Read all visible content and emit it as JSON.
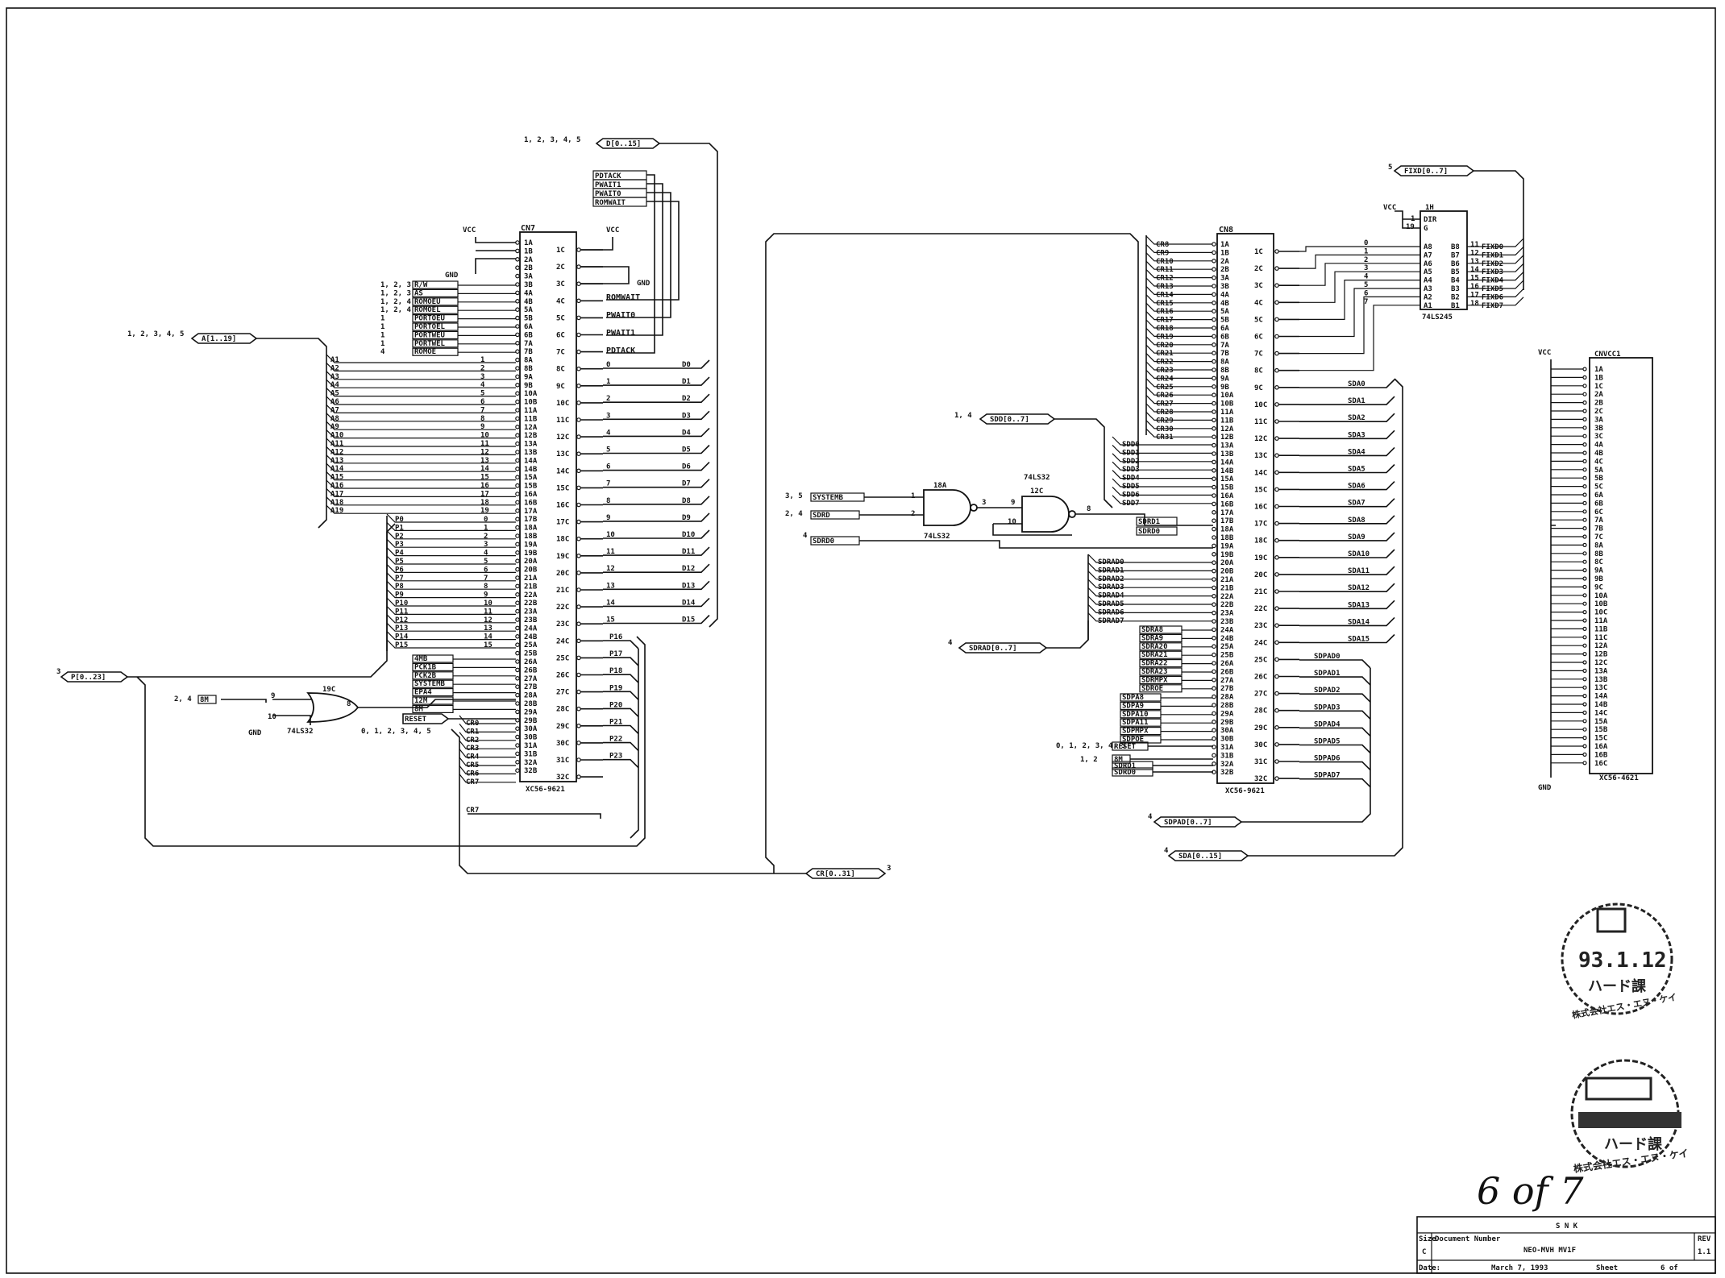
{
  "connectors": {
    "cn7": {
      "ref": "CN7",
      "part": "XC56-9621",
      "vcc": "VCC",
      "gnd": "GND",
      "right_pins": [
        "1C",
        "2C",
        "3C",
        "4C",
        "5C",
        "6C",
        "7C",
        "8C",
        "9C",
        "10C",
        "11C",
        "12C",
        "13C",
        "14C",
        "15C",
        "16C",
        "17C",
        "18C",
        "19C",
        "20C",
        "21C",
        "22C",
        "23C",
        "24C",
        "25C",
        "26C",
        "27C",
        "28C",
        "29C",
        "30C",
        "31C",
        "32C"
      ],
      "left_pins": [
        "1A",
        "1B",
        "2A",
        "2B",
        "3A",
        "3B",
        "4A",
        "4B",
        "5A",
        "5B",
        "6A",
        "6B",
        "7A",
        "7B",
        "8A",
        "8B",
        "9A",
        "9B",
        "10A",
        "10B",
        "11A",
        "11B",
        "12A",
        "12B",
        "13A",
        "13B",
        "14A",
        "14B",
        "15A",
        "15B",
        "16A",
        "16B",
        "17A",
        "17B",
        "18A",
        "18B",
        "19A",
        "19B",
        "20A",
        "20B",
        "21A",
        "21B",
        "22A",
        "22B",
        "23A",
        "23B",
        "24A",
        "24B",
        "25A",
        "25B",
        "26A",
        "26B",
        "27A",
        "27B",
        "28A",
        "28B",
        "29A",
        "29B",
        "30A",
        "30B",
        "31A",
        "31B",
        "32A",
        "32B"
      ],
      "right_net_labels": [
        "ROMWAIT",
        "PWAIT0",
        "PWAIT1",
        "PDTACK"
      ],
      "data_index": [
        "0",
        "1",
        "2",
        "3",
        "4",
        "5",
        "6",
        "7",
        "8",
        "9",
        "10",
        "11",
        "12",
        "13",
        "14",
        "15"
      ],
      "data_nets": [
        "D0",
        "D1",
        "D2",
        "D3",
        "D4",
        "D5",
        "D6",
        "D7",
        "D8",
        "D9",
        "D10",
        "D11",
        "D12",
        "D13",
        "D14",
        "D15"
      ],
      "p_nets": [
        "P16",
        "P17",
        "P18",
        "P19",
        "P20",
        "P21",
        "P22",
        "P23"
      ],
      "ctrl_nets": [
        "R/W",
        "AS",
        "ROMOEU",
        "ROMOEL",
        "PORTOEU",
        "PORTOEL",
        "PORTWEU",
        "PORTWEL",
        "ROMOE"
      ],
      "ctrl_refs": [
        "1, 2, 3",
        "1, 2, 3",
        "1, 2, 4",
        "1, 2, 4",
        "1",
        "1",
        "1",
        "1",
        "4"
      ],
      "low_nets": [
        "4MB",
        "PCK1B",
        "PCK2B",
        "SYSTEMB",
        "EPA4",
        "12M",
        "8M"
      ],
      "cr_nets": [
        "CR0",
        "CR1",
        "CR2",
        "CR3",
        "CR4",
        "CR5",
        "CR6",
        "CR7"
      ]
    },
    "cn8": {
      "ref": "CN8",
      "part": "XC56-9621",
      "left_nets": [
        "CR8",
        "CR9",
        "CR10",
        "CR11",
        "CR12",
        "CR13",
        "CR14",
        "CR15",
        "CR16",
        "CR17",
        "CR18",
        "CR19",
        "CR20",
        "CR21",
        "CR22",
        "CR23",
        "CR24",
        "CR25",
        "CR26",
        "CR27",
        "CR28",
        "CR29",
        "CR30",
        "CR31"
      ],
      "sdd_nets": [
        "SDD0",
        "SDD1",
        "SDD2",
        "SDD3",
        "SDD4",
        "SDD5",
        "SDD6",
        "SDD7"
      ],
      "sdrad_nets": [
        "SDRAD0",
        "SDRAD1",
        "SDRAD2",
        "SDRAD3",
        "SDRAD4",
        "SDRAD5",
        "SDRAD6",
        "SDRAD7"
      ],
      "sdra_nets": [
        "SDRA8",
        "SDRA9",
        "SDRA20",
        "SDRA21",
        "SDRA22",
        "SDRA23",
        "SDRMPX",
        "SDROE"
      ],
      "sdpa_nets": [
        "SDPA8",
        "SDPA9",
        "SDPA10",
        "SDPA11",
        "SDPMPX",
        "SDPOE"
      ],
      "misc_nets": [
        "RESET",
        "8M",
        "SDRD1",
        "SDRD0"
      ],
      "sda_nets": [
        "SDA0",
        "SDA1",
        "SDA2",
        "SDA3",
        "SDA4",
        "SDA5",
        "SDA6",
        "SDA7",
        "SDA8",
        "SDA9",
        "SDA10",
        "SDA11",
        "SDA12",
        "SDA13",
        "SDA14",
        "SDA15"
      ],
      "sdpad_nets": [
        "SDPAD0",
        "SDPAD1",
        "SDPAD2",
        "SDPAD3",
        "SDPAD4",
        "SDPAD5",
        "SDPAD6",
        "SDPAD7"
      ],
      "fix_index": [
        "0",
        "1",
        "2",
        "3",
        "4",
        "5",
        "6",
        "7"
      ]
    },
    "cnvcc1": {
      "ref": "CNVCC1",
      "part": "XC56-4621",
      "vcc": "VCC",
      "gnd": "GND",
      "pins": [
        "1A",
        "1B",
        "1C",
        "2A",
        "2B",
        "2C",
        "3A",
        "3B",
        "3C",
        "4A",
        "4B",
        "4C",
        "5A",
        "5B",
        "5C",
        "6A",
        "6B",
        "6C",
        "7A",
        "7B",
        "7C",
        "8A",
        "8B",
        "8C",
        "9A",
        "9B",
        "9C",
        "10A",
        "10B",
        "10C",
        "11A",
        "11B",
        "11C",
        "12A",
        "12B",
        "12C",
        "13A",
        "13B",
        "13C",
        "14A",
        "14B",
        "14C",
        "15A",
        "15B",
        "15C",
        "16A",
        "16B",
        "16C"
      ]
    }
  },
  "chips": {
    "ic1h": {
      "ref": "1H",
      "part": "74LS245",
      "dir_label": "DIR",
      "g_label": "G",
      "a_pins": [
        "A8",
        "A7",
        "A6",
        "A5",
        "A4",
        "A3",
        "A2",
        "A1"
      ],
      "b_pins": [
        "B8",
        "B7",
        "B6",
        "B5",
        "B4",
        "B3",
        "B2",
        "B1"
      ],
      "b_nums": [
        "11",
        "12",
        "13",
        "14",
        "15",
        "16",
        "17",
        "18"
      ],
      "out_nets": [
        "FIXD0",
        "FIXD1",
        "FIXD2",
        "FIXD3",
        "FIXD4",
        "FIXD5",
        "FIXD6",
        "FIXD7"
      ],
      "vcc": "VCC",
      "pin1": "1",
      "pin19": "19"
    },
    "g19c": {
      "ref": "19C",
      "part": "74LS32",
      "in_a": "9",
      "in_b": "10",
      "out": "8",
      "gnd": "GND"
    },
    "g18a": {
      "ref": "18A",
      "part": "74LS32",
      "in_a": "1",
      "in_b": "2",
      "out": "3"
    },
    "g12c": {
      "ref": "12C",
      "part": "74LS32",
      "in_a": "9",
      "in_b": "10",
      "out": "8"
    }
  },
  "buses": {
    "d_bus": {
      "name": "D[0..15]",
      "ref": "1, 2, 3, 4, 5"
    },
    "a_bus": {
      "name": "A[1..19]",
      "ref": "1, 2, 3, 4, 5"
    },
    "p_bus": {
      "name": "P[0..23]",
      "ref": "3"
    },
    "cr_bus": {
      "name": "CR[0..31]",
      "ref": "3"
    },
    "fixd_bus": {
      "name": "FIXD[0..7]",
      "ref": "5"
    },
    "sdd_bus": {
      "name": "SDD[0..7]",
      "ref": "1, 4"
    },
    "sdrad_bus": {
      "name": "SDRAD[0..7]",
      "ref": "4"
    },
    "sdpad_bus": {
      "name": "SDPAD[0..7]",
      "ref": "4"
    },
    "sda_bus": {
      "name": "SDA[0..15]",
      "ref": "4"
    }
  },
  "ports": {
    "pdtack": "PDTACK",
    "pwait1": "PWAIT1",
    "pwait0": "PWAIT0",
    "romwait": "ROMWAIT",
    "sm": "8M",
    "sm_ref": "2, 4",
    "reset": "RESET",
    "reset_ref": "0, 1, 2, 3, 4, 5",
    "systemb": "SYSTEMB",
    "systemb_ref": "3, 5",
    "sdrd": "SDRD",
    "sdrd_ref": "2, 4",
    "sdrd0": "SDRD0",
    "sdrd0_ref": "4",
    "sdrd1": "SDRD1",
    "sdrd00": "SDRD0",
    "ror7": "CR7",
    "cn8_reset_ref": "0, 1, 2, 3, 4, 5",
    "cn8_8m_ref": "1, 2"
  },
  "misc": {
    "vcc_small": "VCC",
    "gnd_small": "GND"
  },
  "title_block": {
    "company": "S N K",
    "size_label": "Size",
    "size": "C",
    "doc_label": "Document Number",
    "doc": "NEO-MVH MV1F",
    "rev_label": "REV",
    "rev": "1.1",
    "date_label": "Date:",
    "date": "March 7, 1993",
    "sheet_label": "Sheet",
    "sheet": "6 of"
  },
  "handwritten": "6 of 7",
  "stamps": {
    "top_date": "93.1.12",
    "top_dept": "ハード課",
    "top_company": "株式会社エス・エヌ・ケイ",
    "bottom_dept": "ハード課",
    "bottom_company": "株式会社エス・エヌ・ケイ"
  }
}
